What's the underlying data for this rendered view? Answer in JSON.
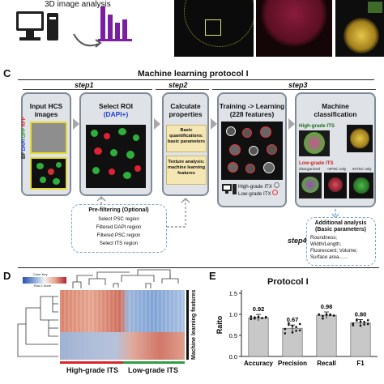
{
  "panel_top": {
    "label": "3D image analysis"
  },
  "panel_c": {
    "letter": "C",
    "title": "Machine learning protocol I",
    "steps": [
      "step1",
      "step2",
      "step3",
      "step4"
    ],
    "box1": {
      "title_line1": "Input HCS",
      "title_line2": "images",
      "side_labels": [
        "BF",
        "DAPI",
        "GFP",
        "RFP"
      ]
    },
    "box2": {
      "title_line1": "Select ROI",
      "title_line2": "(DAPI+)"
    },
    "box3": {
      "title_line1": "Calculate",
      "title_line2": "properties",
      "sub1_line1": "Basic",
      "sub1_line2": "quantifications: basic parameters",
      "sub2_line1": "Texture analysis:",
      "sub2_line2": "machine learning",
      "sub2_line3": "features"
    },
    "box4": {
      "title_line1": "Training -> Learning",
      "title_line2": "(228 features)",
      "legend_high": "High-grade ITX",
      "legend_low": "Low-grade ITX"
    },
    "box5": {
      "title_line1": "Machine",
      "title_line2": "classification",
      "high_label": "High-grade ITS",
      "low_label": "Low-grade ITS",
      "sub_labels": [
        "disorganized",
        "mPSC only",
        "mITSC only"
      ]
    },
    "prefilter": {
      "title": "Pre-filtering (Optional)",
      "items": [
        "Select PSC region",
        "Filtered DAPI region",
        "Filtered PSC region",
        "Select ITS region"
      ]
    },
    "additional": {
      "title_line1": "Additional analysis",
      "title_line2": "(Basic parameters)",
      "items": [
        "Roundness;",
        "Width/Length;",
        "Fluorescent; Volume;",
        "Surface area......"
      ]
    }
  },
  "panel_d": {
    "letter": "D",
    "color_key_title": "Color Key",
    "color_key_sub": "Row Z-Score",
    "side_label": "Machine learning features",
    "group_high": "High-grade ITS",
    "group_low": "Low-grade ITS",
    "colors": {
      "high_group": "#d9262b",
      "low_group": "#2f9e44"
    }
  },
  "panel_e": {
    "letter": "E",
    "chart_data": {
      "type": "bar",
      "title": "Protocol I",
      "ylabel": "Raito",
      "xlabel": "",
      "categories": [
        "Accuracy",
        "Precision",
        "Recall",
        "F1"
      ],
      "values": [
        0.92,
        0.67,
        0.98,
        0.8
      ],
      "value_labels": [
        "0.92",
        "0.67",
        "0.98",
        "0.80"
      ],
      "yticks": [
        "0.0",
        "0.5",
        "1.0",
        "1.5"
      ],
      "ylim": [
        0,
        1.5
      ],
      "bar_color": "#c8c8c8",
      "point_color": "#111111",
      "grid": false
    }
  }
}
